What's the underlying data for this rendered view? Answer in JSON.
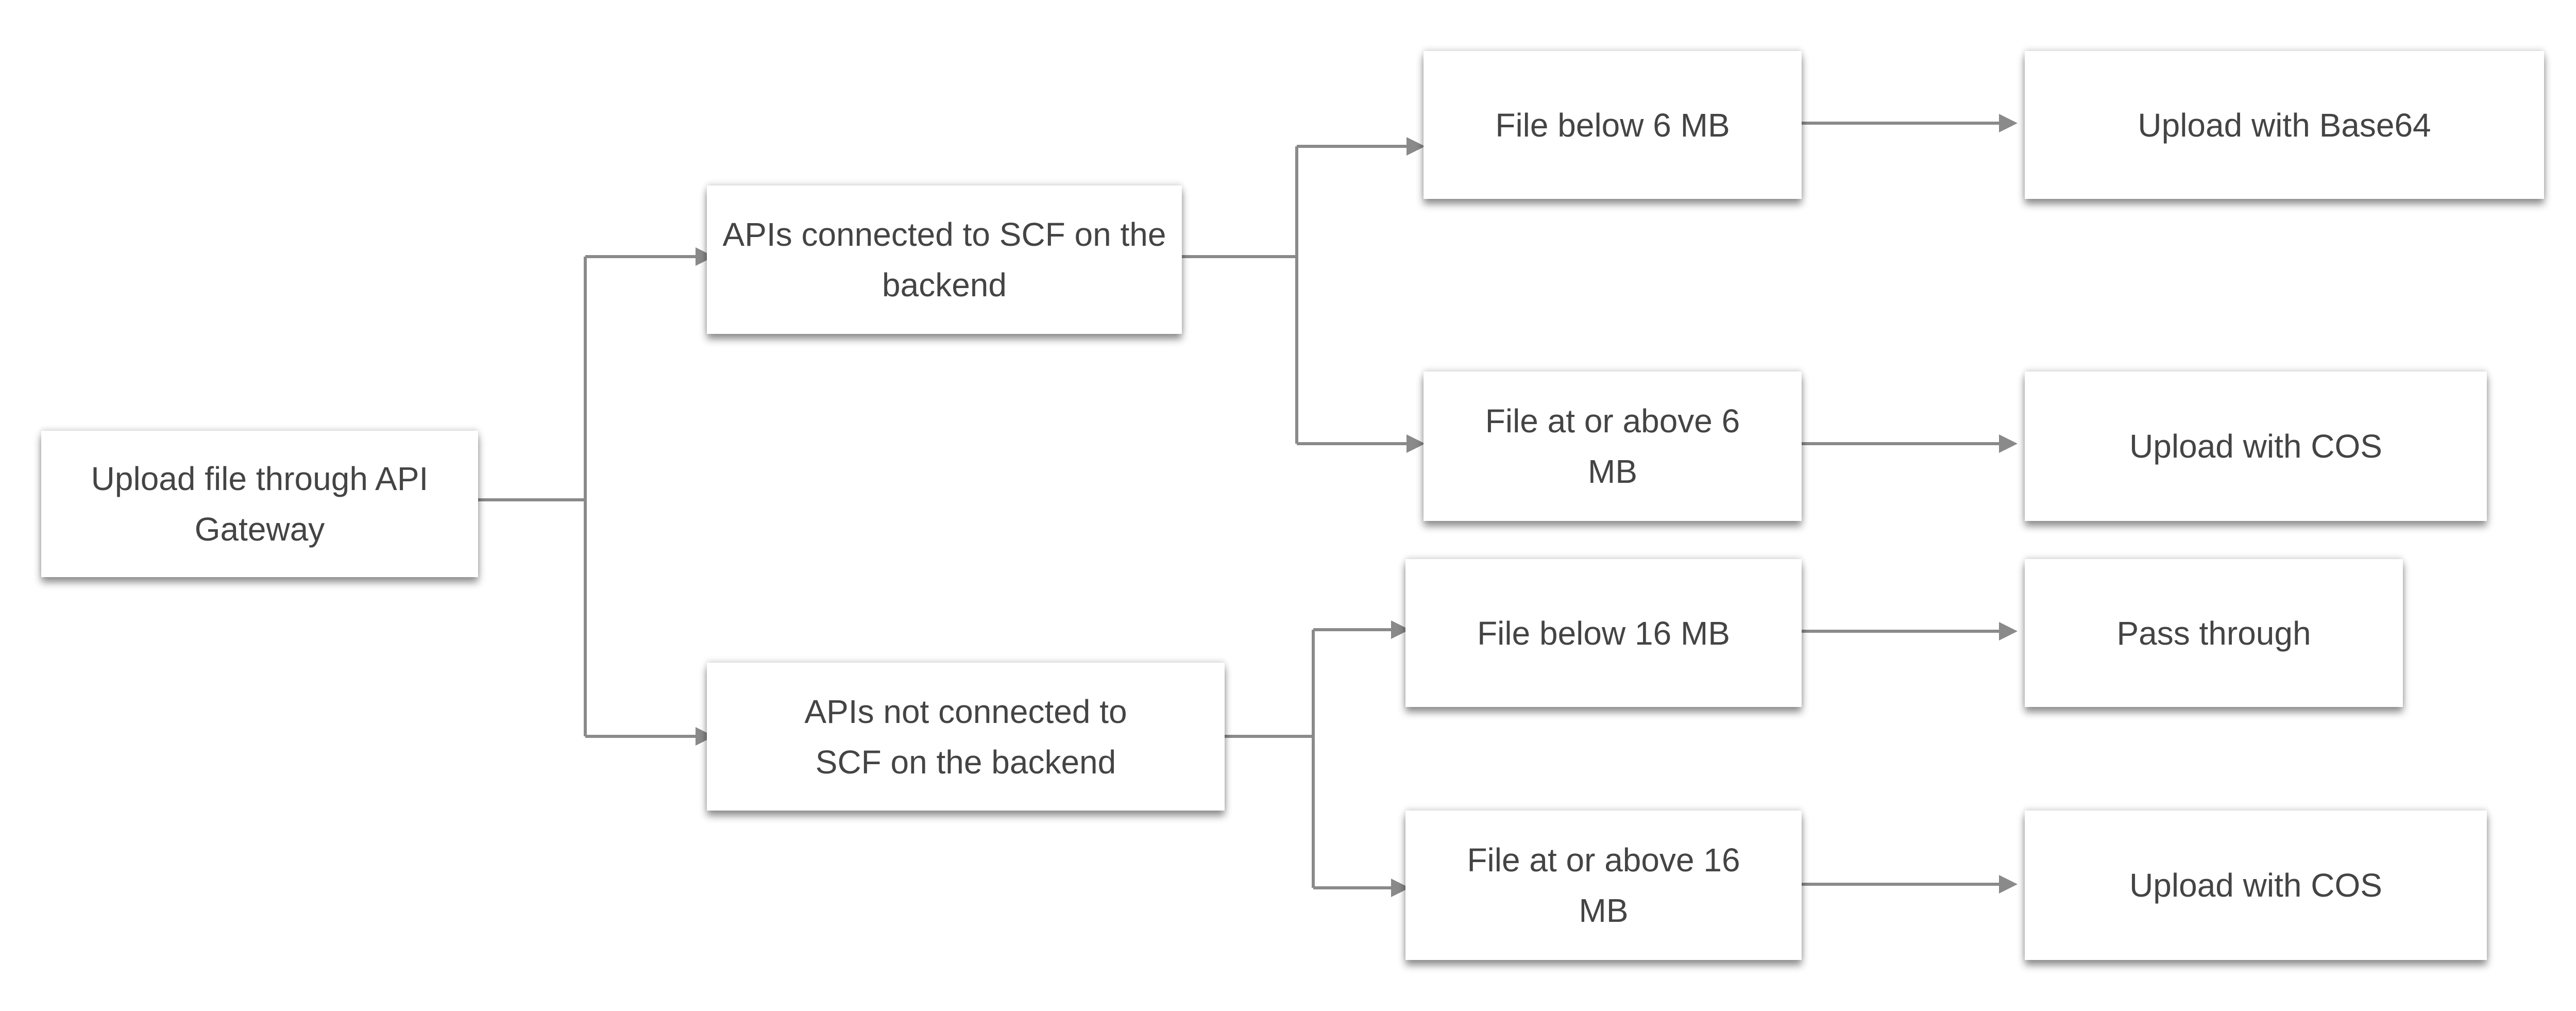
{
  "nodes": {
    "root": "Upload file through API Gateway",
    "scf": "APIs connected to SCF on the backend",
    "no_scf": "APIs not connected to SCF on the backend",
    "scf_small": "File below 6 MB",
    "scf_large": "File at or above 6 MB",
    "no_scf_small": "File below 16 MB",
    "no_scf_large": "File at or above 16 MB",
    "base64": "Upload with Base64",
    "cos1": "Upload with COS",
    "pass": "Pass through",
    "cos2": "Upload with COS"
  },
  "colors": {
    "line": "#8a8a8a",
    "text": "#444444"
  }
}
